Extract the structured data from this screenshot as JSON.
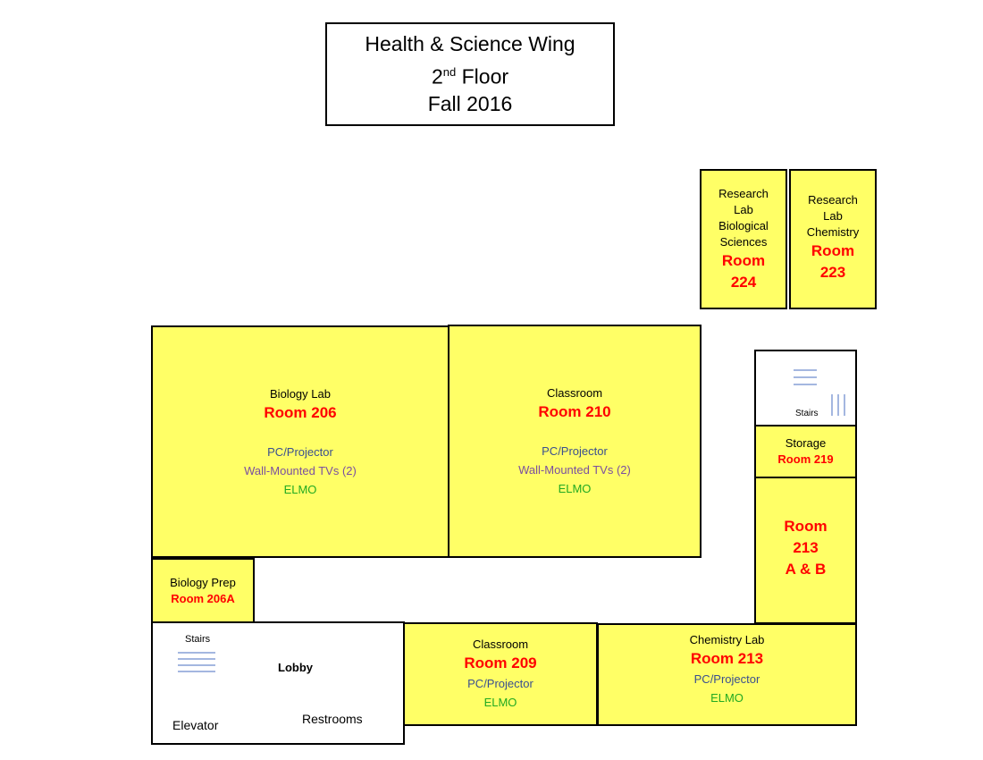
{
  "title": {
    "line1": "Health & Science Wing",
    "floor_num": "2",
    "floor_sup": "nd",
    "floor_word": " Floor",
    "line3": "Fall 2016"
  },
  "rooms": {
    "r224": {
      "label_lines": [
        "Research",
        "Lab",
        "Biological",
        "Sciences"
      ],
      "room_lines": [
        "Room",
        "224"
      ]
    },
    "r223": {
      "label_lines": [
        "Research",
        "Lab",
        "Chemistry"
      ],
      "room_lines": [
        "Room",
        "223"
      ]
    },
    "r206": {
      "label": "Biology Lab",
      "room": "Room 206",
      "equip": [
        "PC/Projector",
        "Wall-Mounted TVs (2)",
        "ELMO"
      ]
    },
    "r210": {
      "label": "Classroom",
      "room": "Room 210",
      "equip": [
        "PC/Projector",
        "Wall-Mounted TVs (2)",
        "ELMO"
      ]
    },
    "stairs_right": {
      "label": "Stairs"
    },
    "r219": {
      "label": "Storage",
      "room": "Room 219"
    },
    "r213ab": {
      "room_lines": [
        "Room",
        "213",
        "A & B"
      ]
    },
    "r206a": {
      "label": "Biology Prep",
      "room": "Room 206A"
    },
    "lobby": {
      "stairs": "Stairs",
      "lobby": "Lobby",
      "elevator": "Elevator",
      "restrooms": "Restrooms"
    },
    "r209": {
      "label": "Classroom",
      "room": "Room 209",
      "equip": [
        "PC/Projector",
        "ELMO"
      ]
    },
    "r213": {
      "label": "Chemistry Lab",
      "room": "Room 213",
      "equip": [
        "PC/Projector",
        "ELMO"
      ]
    }
  },
  "colors": {
    "room_fill": "#ffff66",
    "room_number": "#ff0000",
    "projector": "#3a4f8f",
    "tvs": "#7a4fa0",
    "elmo": "#22aa22",
    "stair_lines": "#4a6fc0"
  }
}
